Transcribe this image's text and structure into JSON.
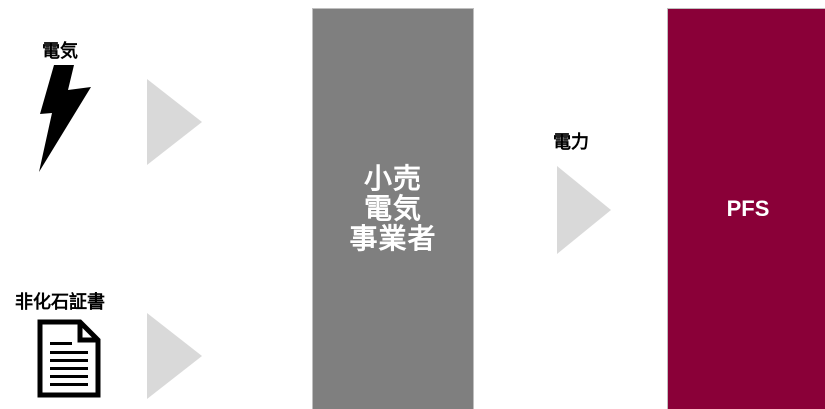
{
  "inputs": {
    "electricity": {
      "label": "電気",
      "icon": "lightning-bolt-icon"
    },
    "non_fossil_certificate": {
      "label": "非化石証書",
      "icon": "document-icon"
    }
  },
  "nodes": {
    "retailer": {
      "label": "小売\n電気\n事業者",
      "color": "#7f7f7f"
    },
    "pfs": {
      "label": "PFS",
      "color": "#8a0038"
    }
  },
  "flow": {
    "power_label": "電力",
    "arrow_color": "#d9d9d9"
  }
}
